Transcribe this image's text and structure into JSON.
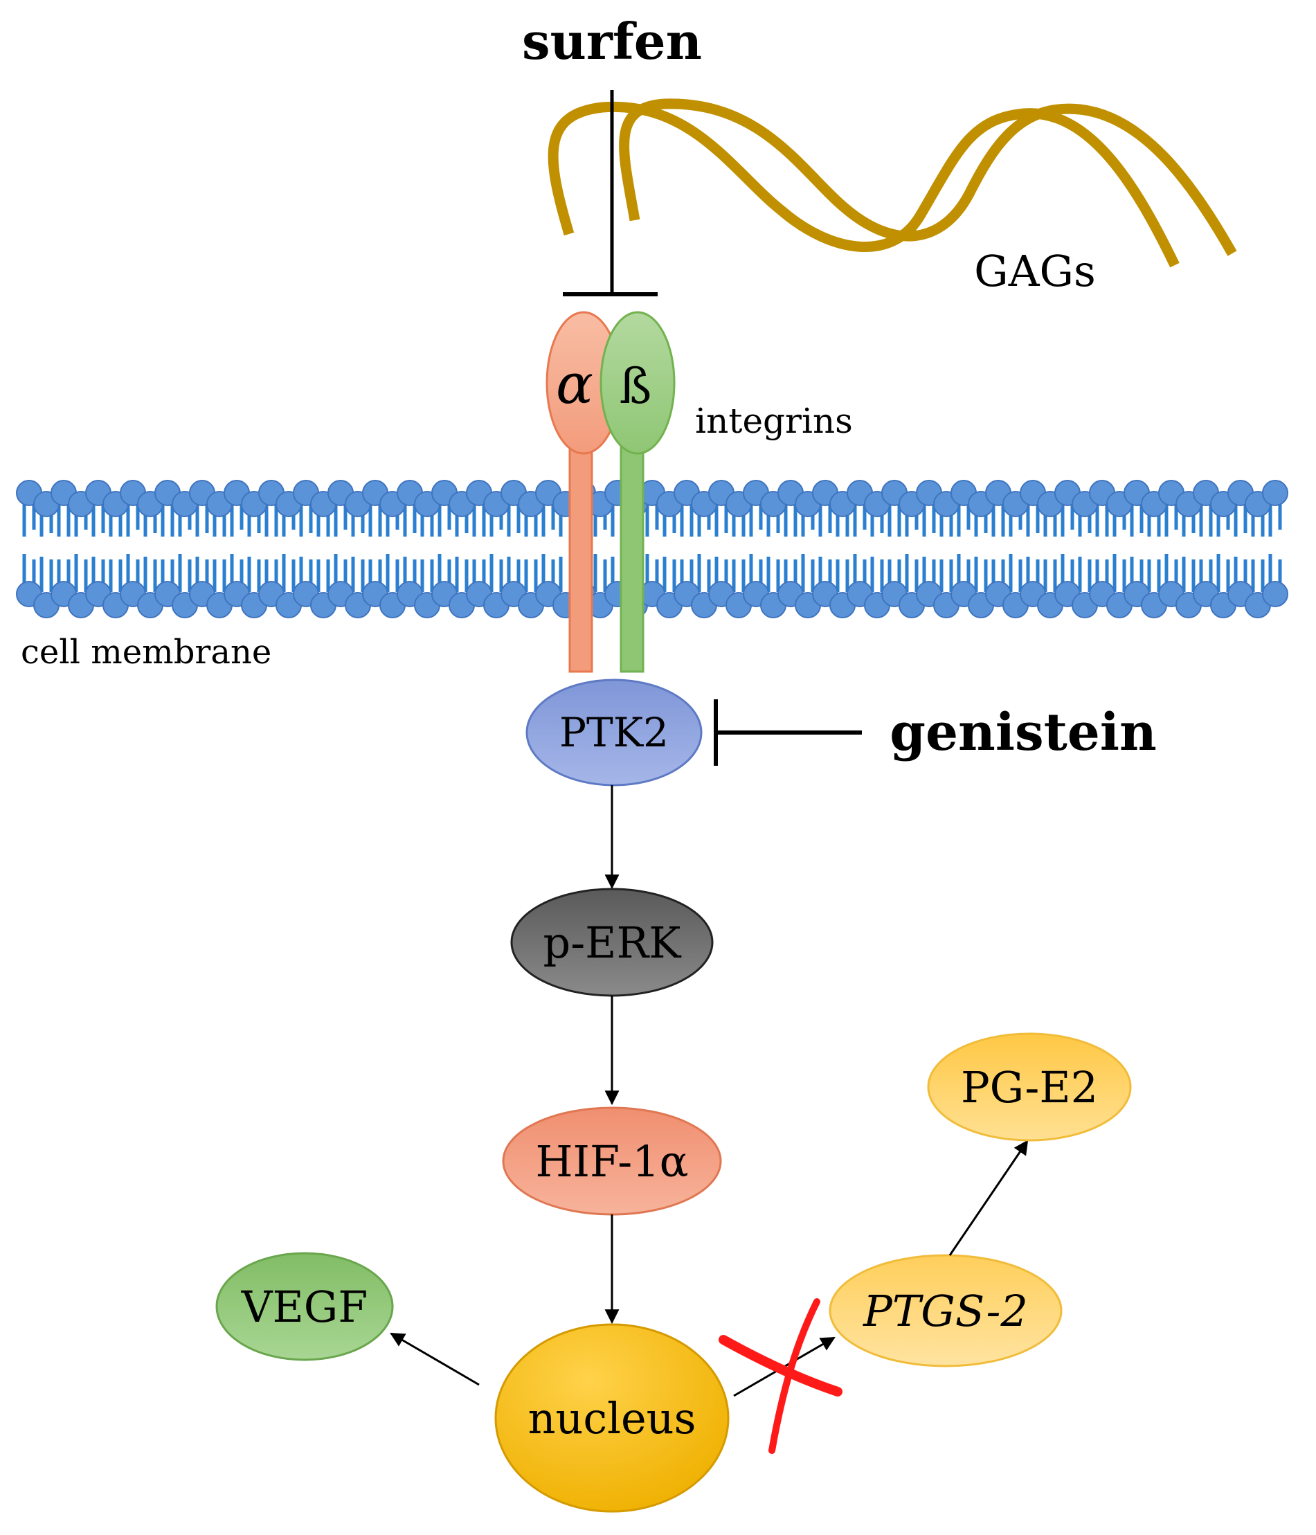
{
  "labels": {
    "surfen": "surfen",
    "gags": "GAGs",
    "alpha": "α",
    "beta": "ß",
    "integrins": "integrins",
    "cell_membrane": "cell membrane",
    "ptk2": "PTK2",
    "genistein": "genistein",
    "perk": "p-ERK",
    "hif1a": "HIF-1α",
    "vegf": "VEGF",
    "nucleus": "nucleus",
    "ptgs2": "PTGS-2",
    "pge2": "PG-E2"
  },
  "colors": {
    "gag_strand": "#c09000",
    "alpha_fill": "#f5a98c",
    "alpha_stroke": "#e8784f",
    "beta_fill": "#9fcf86",
    "beta_stroke": "#72b24f",
    "membrane_head": "#5b93d8",
    "membrane_head_stroke": "#3f74bf",
    "membrane_tail": "#2a7fd0",
    "ptk2_fill": "#8ea4e0",
    "perk_fill": "#6e6e6e",
    "hif1a_fill": "#f3a184",
    "vegf_fill": "#93c979",
    "nucleus_fill": "#f6b800",
    "ptgs2_fill": "#ffd880",
    "pge2_fill": "#ffd36e",
    "block_mark": "#ff1a1a"
  }
}
